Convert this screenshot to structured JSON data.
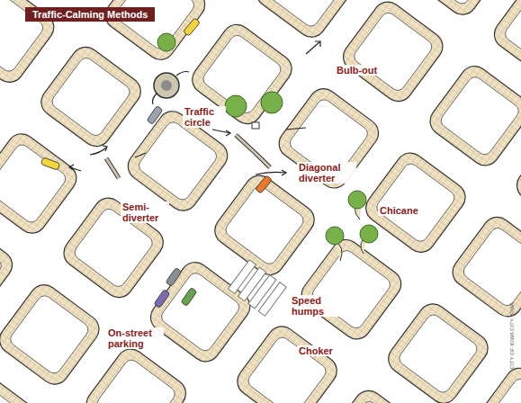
{
  "diagram": {
    "title": "Traffic-Calming Methods",
    "labels": [
      "Bulb-out",
      "Traffic circle",
      "Diagonal diverter",
      "Chicane",
      "Semi-diverter",
      "Speed humps",
      "On-street parking",
      "Choker",
      "CITY OF IOWA CITY, IOWA"
    ]
  }
}
